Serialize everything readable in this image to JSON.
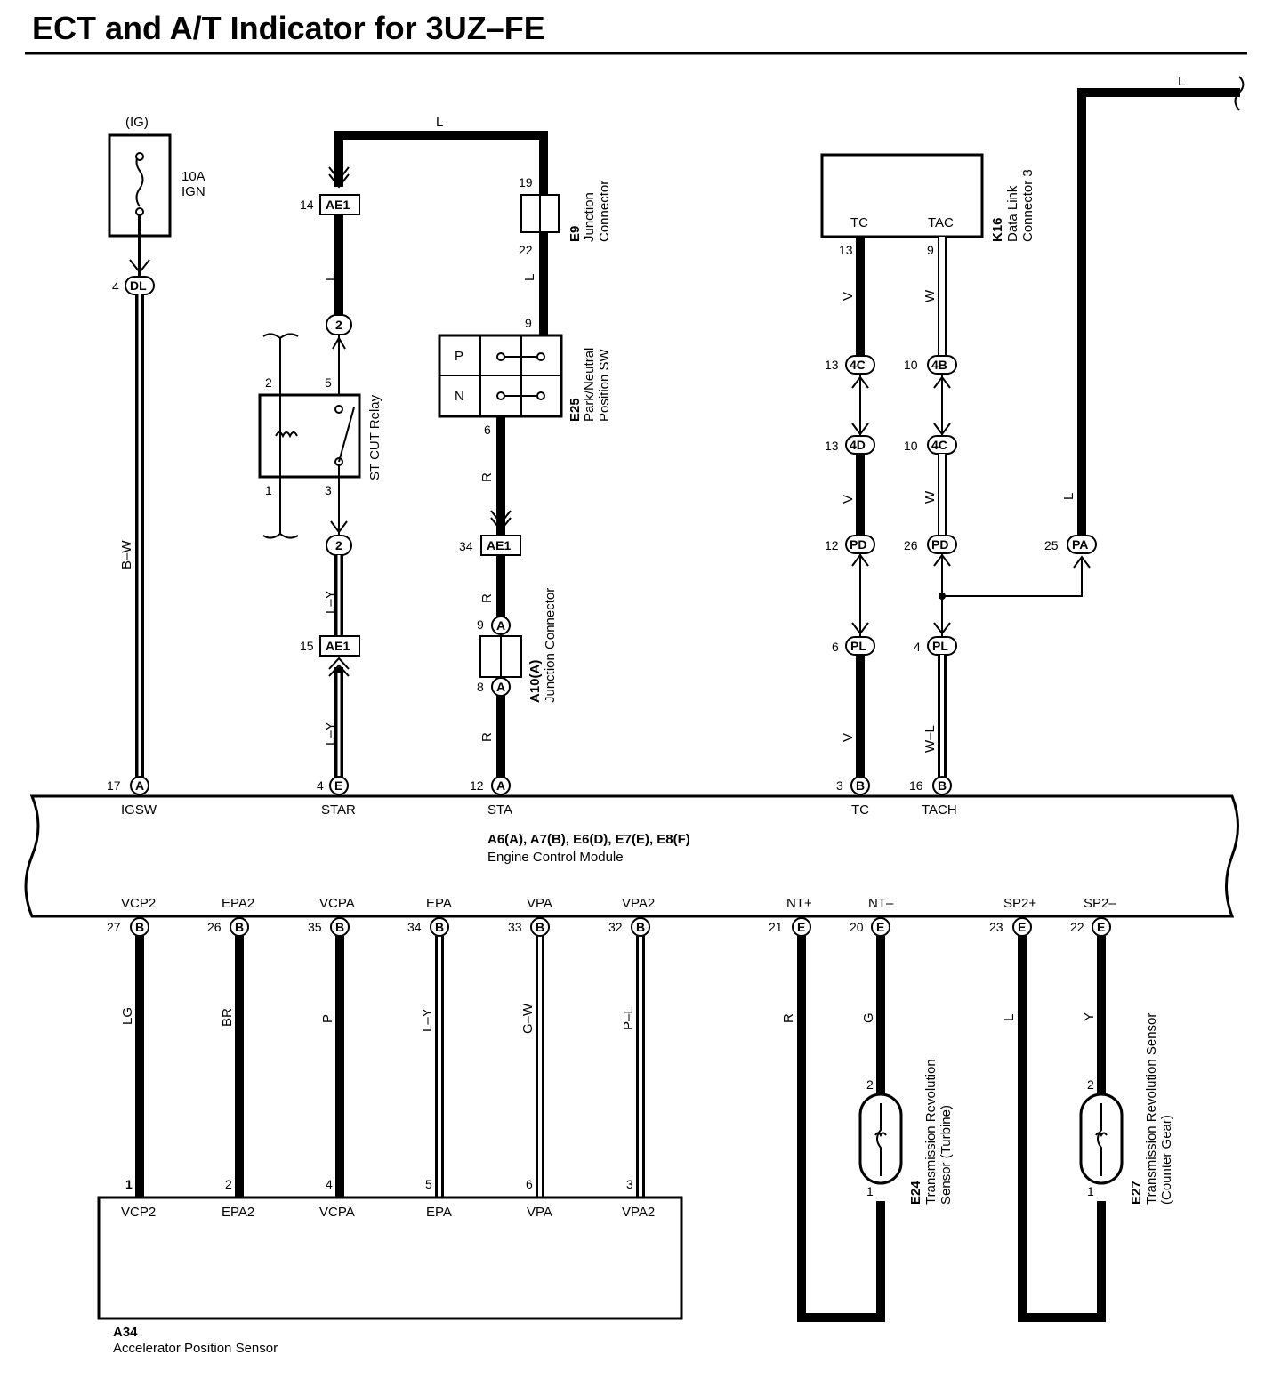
{
  "title": "ECT and A/T Indicator for 3UZ–FE",
  "ig": {
    "source": "(IG)",
    "fuse_rating": "10A",
    "fuse_name": "IGN"
  },
  "connectors": {
    "DL": "DL",
    "AE1": "AE1",
    "two": "2",
    "A": "A",
    "E": "E",
    "B": "B",
    "c4C": "4C",
    "c4D": "4D",
    "c4B": "4B",
    "PD": "PD",
    "PL": "PL",
    "PA": "PA"
  },
  "wire_colors": {
    "L": "L",
    "BW": "B–W",
    "LY": "L–Y",
    "R": "R",
    "V": "V",
    "W": "W",
    "WL": "W–L",
    "LG": "LG",
    "BR": "BR",
    "P": "P",
    "GW": "G–W",
    "PL": "P–L",
    "G": "G",
    "Y": "Y"
  },
  "pins": {
    "p1": "1",
    "p2": "2",
    "p3": "3",
    "p4": "4",
    "p5": "5",
    "p6": "6",
    "p8": "8",
    "p9": "9",
    "p10": "10",
    "p12": "12",
    "p13": "13",
    "p14": "14",
    "p15": "15",
    "p16": "16",
    "p17": "17",
    "p19": "19",
    "p20": "20",
    "p21": "21",
    "p22": "22",
    "p23": "23",
    "p25": "25",
    "p26": "26",
    "p27": "27",
    "p32": "32",
    "p33": "33",
    "p34": "34",
    "p35": "35"
  },
  "components": {
    "e9": {
      "code": "E9",
      "name1": "Junction",
      "name2": "Connector"
    },
    "e25": {
      "code": "E25",
      "name1": "Park/Neutral",
      "name2": "Position SW",
      "P": "P",
      "N": "N"
    },
    "st_relay": {
      "name": "ST CUT Relay"
    },
    "a10": {
      "code": "A10(A)",
      "name": "Junction Connector"
    },
    "k16": {
      "code": "K16",
      "name1": "Data Link",
      "name2": "Connector 3",
      "TC": "TC",
      "TAC": "TAC"
    },
    "ecm": {
      "codes": "A6(A), A7(B), E6(D), E7(E), E8(F)",
      "name": "Engine Control Module",
      "top_terms": [
        "IGSW",
        "STAR",
        "STA",
        "TC",
        "TACH"
      ],
      "bottom_terms": [
        "VCP2",
        "EPA2",
        "VCPA",
        "EPA",
        "VPA",
        "VPA2",
        "NT+",
        "NT–",
        "SP2+",
        "SP2–"
      ]
    },
    "a34": {
      "code": "A34",
      "name": "Accelerator Position Sensor",
      "terms": [
        "VCP2",
        "EPA2",
        "VCPA",
        "EPA",
        "VPA",
        "VPA2"
      ]
    },
    "e24": {
      "code": "E24",
      "name1": "Transmission Revolution",
      "name2": "Sensor (Turbine)"
    },
    "e27": {
      "code": "E27",
      "name1": "Transmission Revolution Sensor",
      "name2": "(Counter Gear)"
    }
  }
}
